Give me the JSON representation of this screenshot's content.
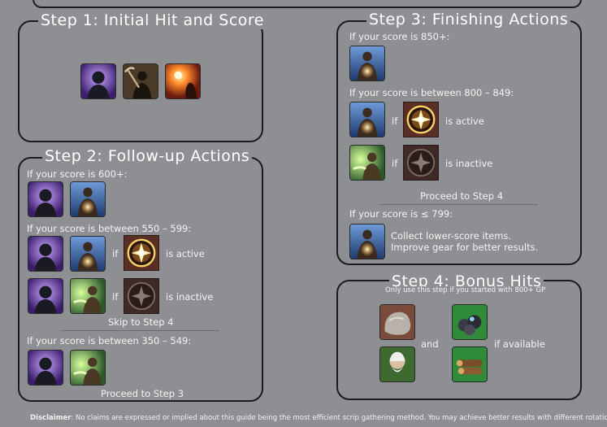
{
  "step1": {
    "title": "Step 1: Initial Hit and Score"
  },
  "step2": {
    "title": "Step 2: Follow-up Actions",
    "cond1": "If your score is 600+:",
    "cond2": "If your score is between 550 – 599:",
    "if_word_a": "if",
    "active_text": "is active",
    "if_word_b": "if",
    "inactive_text": "is inactive",
    "skip": "Skip to Step 4",
    "cond3": "If your score is between 350 – 549:",
    "proceed": "Proceed to Step 3"
  },
  "step3": {
    "title": "Step 3: Finishing Actions",
    "cond1": "If your score is 850+:",
    "cond2": "If your score is between 800 – 849:",
    "if_word_a": "if",
    "active_text": "is active",
    "if_word_b": "if",
    "inactive_text": "is inactive",
    "proceed": "Proceed to Step 4",
    "cond3": "If your score is ≤ 799:",
    "advice1": "Collect lower-score items.",
    "advice2": "Improve gear for better results."
  },
  "step4": {
    "title": "Step 4: Bonus Hits",
    "subtitle": "Only use this step if you started with 800+ GP",
    "and_word": "and",
    "if_available": "if available"
  },
  "disclaimer": {
    "label": "Disclaimer",
    "text": ": No claims are expressed or implied about this guide being the most efficient scrip gathering method. You may achieve better results with different rotations."
  },
  "icons": [
    "shadow-strike-icon",
    "pickaxe-miner-icon",
    "fire-burst-icon",
    "glowing-hands-icon",
    "star-buff-active-icon",
    "star-buff-inactive-icon",
    "green-aura-icon",
    "boulder-icon",
    "ore-cluster-icon",
    "old-sage-icon",
    "wood-logs-icon"
  ]
}
